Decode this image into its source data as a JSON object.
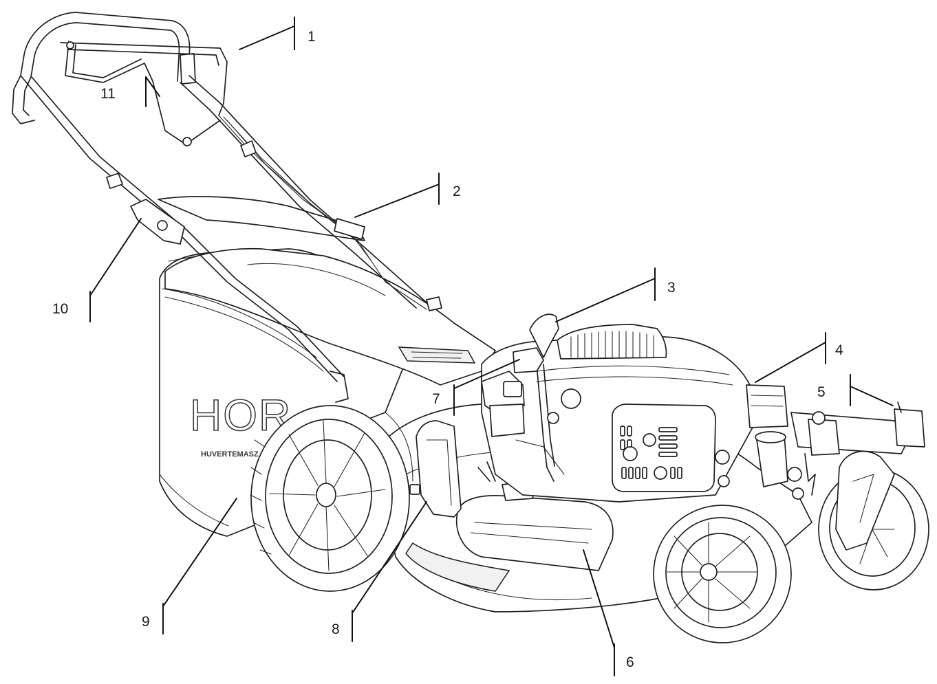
{
  "diagram": {
    "brand_text": "HOR",
    "brand_subtext": "HUVERTEMASZ",
    "callouts": [
      {
        "id": "1",
        "label": "1"
      },
      {
        "id": "2",
        "label": "2"
      },
      {
        "id": "3",
        "label": "3"
      },
      {
        "id": "4",
        "label": "4"
      },
      {
        "id": "5",
        "label": "5"
      },
      {
        "id": "6",
        "label": "6"
      },
      {
        "id": "7",
        "label": "7"
      },
      {
        "id": "8",
        "label": "8"
      },
      {
        "id": "9",
        "label": "9"
      },
      {
        "id": "10",
        "label": "10"
      },
      {
        "id": "11",
        "label": "11"
      }
    ]
  }
}
